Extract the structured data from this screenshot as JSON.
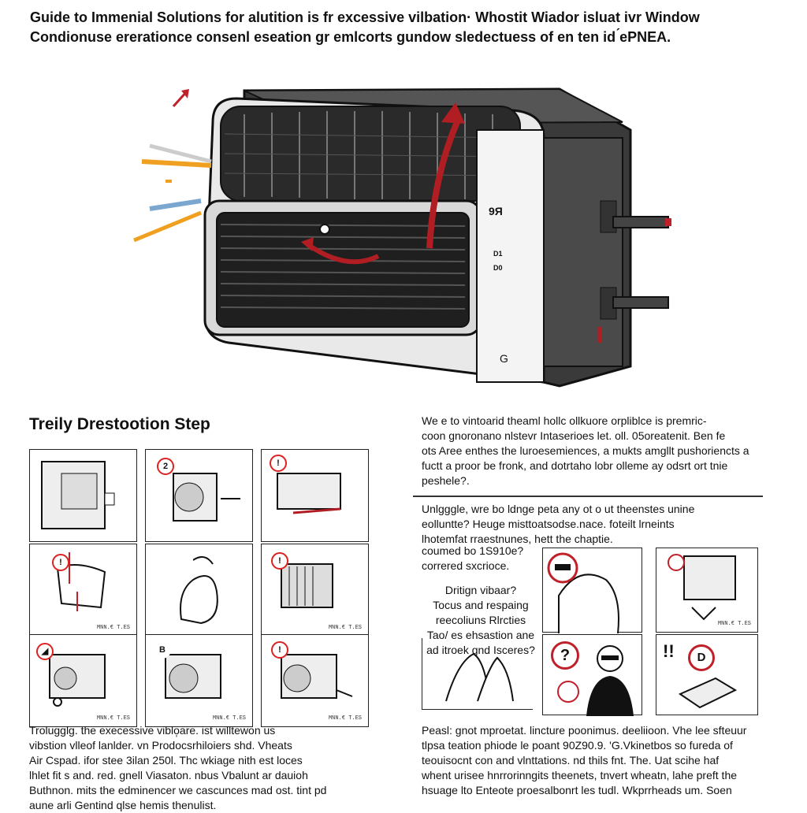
{
  "document": {
    "title_line1": "Guide to Immenial Solutions for alutition is fr excessive vilbation· Whostit Wiador isluat ivr Window",
    "title_line2": "Condionuse ererationce consenl eseation gr emlcorts gundow sledectuess of en ten id ́ePNEA."
  },
  "hero": {
    "unit_label_1": "9Я",
    "unit_label_2": "D1",
    "unit_label_3": "D0",
    "unit_label_4": "G"
  },
  "steps": {
    "heading": "Treily Drestootion Step",
    "panels": [
      {
        "marker": "",
        "caption": ""
      },
      {
        "marker": "2",
        "caption": ""
      },
      {
        "marker": "!",
        "caption": ""
      },
      {
        "marker": "!",
        "caption": "MNN.€ T.ES"
      },
      {
        "marker": "",
        "caption": ""
      },
      {
        "marker": "!",
        "caption": "MNN.€ T.ES"
      },
      {
        "marker": "◢",
        "caption": "MNN.€ T.ES"
      },
      {
        "marker": "B",
        "caption": "MNN.€ T.ES"
      },
      {
        "marker": "!",
        "caption": "MNN.€ T.ES"
      }
    ],
    "footer_lines": [
      "Trolugglg. the execessive viblo̩are. ist willtewon us",
      "vibstion vlleof lanlder. vn Prodocsrhiloiers shd. Vheats",
      "Air Cspad. ifor stee 3ilan 250l. Thc wkiage nith est loces",
      "lhlet fit s and. red. gnell Viasaton. nbus Vbalunt ar dauioh",
      "Buthnon. mits the edminencer we cascunces mad ost. tint pd",
      "aune arli Gentind qlse hemis thenulist."
    ]
  },
  "right": {
    "intro_lines": [
      "We e to vintoarid theaml hollc ollkuore orpliblce is premric-",
      "coon gnoronano nlstevr Intaserioes let. oll. 05oreatenit. Ben fe",
      "ots Aree enthes the luroesemiences, a mukts amgllt pushoriencts a",
      "fuctt a proor be fronk, and dotrtaho lobr olleme ay odsrt ort tnie",
      "peshele?."
    ],
    "mid_lines": [
      "Unlgggle, wre bo ldnge peta any ot o ut theenstes unine",
      "eolluntte? Heuge misttoatsodse.nace. foteilt lrneints",
      "lhotemfat rraestnunes, hett the chaptie."
    ],
    "mid_short_1": "coumed bo 1S910e?",
    "mid_short_2": "correred sxcrioce.",
    "question_lines": [
      "Dritign vibaar?",
      "Tocus and respaing",
      "reecoliuns Rlrcties",
      "Tao/ es ehsastion ane",
      "ad itroek gnd Isceres?"
    ],
    "panel_caption": "MNN.€ T.ES",
    "panel_marker_q": "?",
    "panel_marker_d": "D",
    "panel_marker_ex": "!!",
    "footer_lines": [
      "Peasl: gnot mproetat. lincture poonimus. deeliioon. Vhe lee sfteuur",
      "tlpsa teation phiode le poant 90Z90.9. 'G.Vkinetbos so fureda of",
      "teouisocnt con and vlnttations. nd thils fnt. The. Uat scihe haf",
      "whent urisee hnrrorinngits theenets, tnvert wheatn, lahe preft the",
      "hsuage lto Enteote proesalbonrt les tudl. Wkprrheads um. Soen"
    ]
  }
}
